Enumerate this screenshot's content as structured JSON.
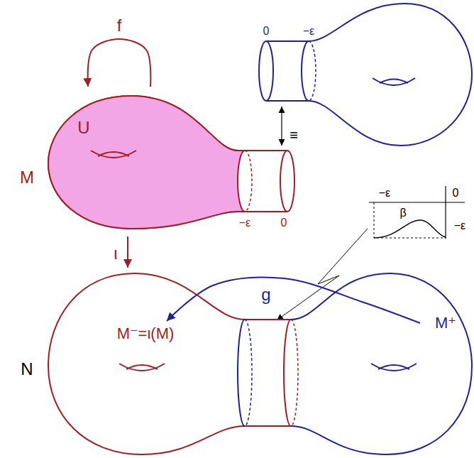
{
  "diagram": {
    "nodes": [
      {
        "text": [
          "M"
        ]
      },
      {
        "text": [
          "U"
        ],
        "in": 0
      },
      {
        "text": [
          "N"
        ]
      },
      {
        "text": [
          "M⁻=ι(M)"
        ],
        "in": 2
      },
      {
        "text": [
          "M⁺"
        ],
        "in": 2
      }
    ],
    "edges": [
      {
        "from": 0,
        "to": 0,
        "arrow": "to",
        "label": "f"
      },
      {
        "from": 0,
        "to": 2,
        "arrow": "to",
        "label": "ι"
      },
      {
        "from": 4,
        "to": 3,
        "arrow": "to",
        "label": "g"
      }
    ],
    "labels": [
      "0",
      "−ε",
      "≡",
      "−ε",
      "0",
      "−ε",
      "0",
      "β",
      "−ε"
    ]
  }
}
